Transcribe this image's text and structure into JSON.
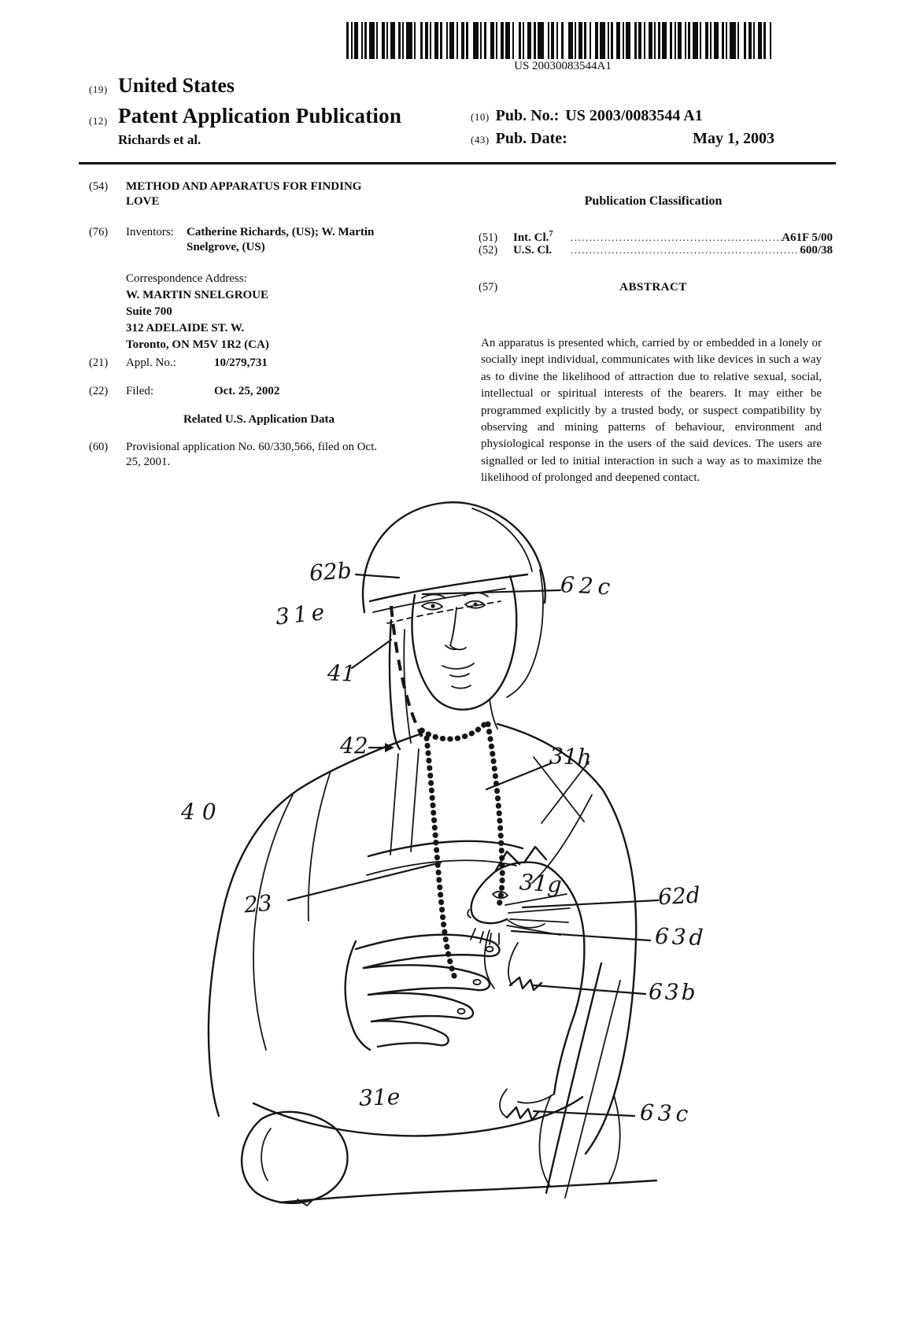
{
  "barcode": {
    "text": "US 20030083544A1"
  },
  "header": {
    "country_code": "(19)",
    "country": "United States",
    "kind_code": "(12)",
    "kind": "Patent Application Publication",
    "authors": "Richards et al.",
    "pub_no_code": "(10)",
    "pub_no_label": "Pub. No.:",
    "pub_no": "US 2003/0083544 A1",
    "pub_date_code": "(43)",
    "pub_date_label": "Pub. Date:",
    "pub_date": "May 1, 2003"
  },
  "left_column": {
    "title_code": "(54)",
    "title_line1": "METHOD AND APPARATUS FOR FINDING",
    "title_line2": "LOVE",
    "inventors_code": "(76)",
    "inventors_label": "Inventors:",
    "inventors_line1": "Catherine Richards, (US); W. Martin",
    "inventors_line2": "Snelgrove, (US)",
    "correspondence_label": "Correspondence Address:",
    "correspondence_line1": "W. MARTIN SNELGROUE",
    "correspondence_line2": "Suite 700",
    "correspondence_line3": "312 ADELAIDE ST. W.",
    "correspondence_line4": "Toronto, ON M5V 1R2 (CA)",
    "appl_code": "(21)",
    "appl_label": "Appl. No.:",
    "appl_value": "10/279,731",
    "filed_code": "(22)",
    "filed_label": "Filed:",
    "filed_value": "Oct. 25, 2002",
    "related_heading": "Related U.S. Application Data",
    "provisional_code": "(60)",
    "provisional_line1": "Provisional application No. 60/330,566, filed on Oct.",
    "provisional_line2": "25, 2001."
  },
  "right_column": {
    "classification_heading": "Publication Classification",
    "intcl_code": "(51)",
    "intcl_label": "Int. Cl.",
    "intcl_sup": "7",
    "intcl_dots": ".......................................................................",
    "intcl_value": "A61F 5/00",
    "uscl_code": "(52)",
    "uscl_label": "U.S. Cl.",
    "uscl_dots": "..............................................................................",
    "uscl_value": "600/38",
    "abstract_code": "(57)",
    "abstract_heading": "ABSTRACT",
    "abstract_text": "An apparatus is presented which, carried by or embedded in a lonely or socially inept individual, communicates with like devices in such a way as to divine the likelihood of attraction due to relative sexual, social, intellectual or spiritual interests of the bearers. It may either be programmed explicitly by a trusted body, or suspect compatibility by observing and mining patterns of behaviour, environment and physiological response in the users of the said devices. The users are signalled or led to initial interaction in such a way as to maximize the likelihood of prolonged and deepened contact."
  },
  "figure": {
    "labels": [
      {
        "id": "62b",
        "text": "62b"
      },
      {
        "id": "62c",
        "text": "62c"
      },
      {
        "id": "31e-upper",
        "text": "31e"
      },
      {
        "id": "41",
        "text": "41"
      },
      {
        "id": "42",
        "text": "42"
      },
      {
        "id": "40",
        "text": "40"
      },
      {
        "id": "31h",
        "text": "31h"
      },
      {
        "id": "31g",
        "text": "31g"
      },
      {
        "id": "23",
        "text": "23"
      },
      {
        "id": "62d",
        "text": "62d"
      },
      {
        "id": "63d",
        "text": "63d"
      },
      {
        "id": "63b",
        "text": "63b"
      },
      {
        "id": "31e-lower",
        "text": "31e"
      },
      {
        "id": "63c",
        "text": "63c"
      }
    ]
  }
}
